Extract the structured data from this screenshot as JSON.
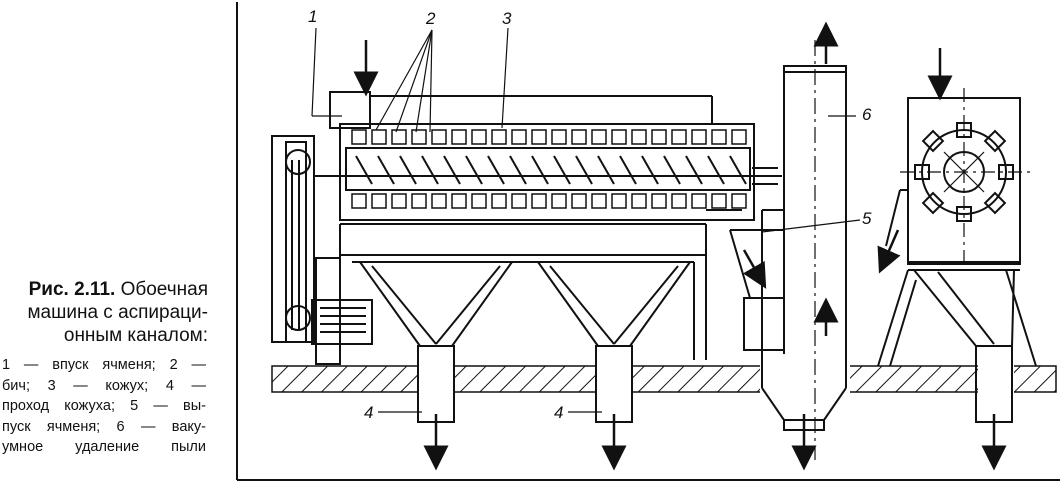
{
  "caption": {
    "fig_number": "Рис. 2.11.",
    "title_lines": [
      "Обоечная",
      "машина с аспираци-",
      "онным каналом:"
    ],
    "legend_lines": [
      "1 — впуск ячменя; 2 —",
      "бич; 3 — кожух; 4 —",
      "проход кожуха; 5 — вы-",
      "пуск ячменя; 6 — ваку-",
      "умное удаление пыли"
    ]
  },
  "labels": {
    "l1": "1",
    "l2": "2",
    "l3": "3",
    "l4a": "4",
    "l4b": "4",
    "l5": "5",
    "l6": "6"
  }
}
